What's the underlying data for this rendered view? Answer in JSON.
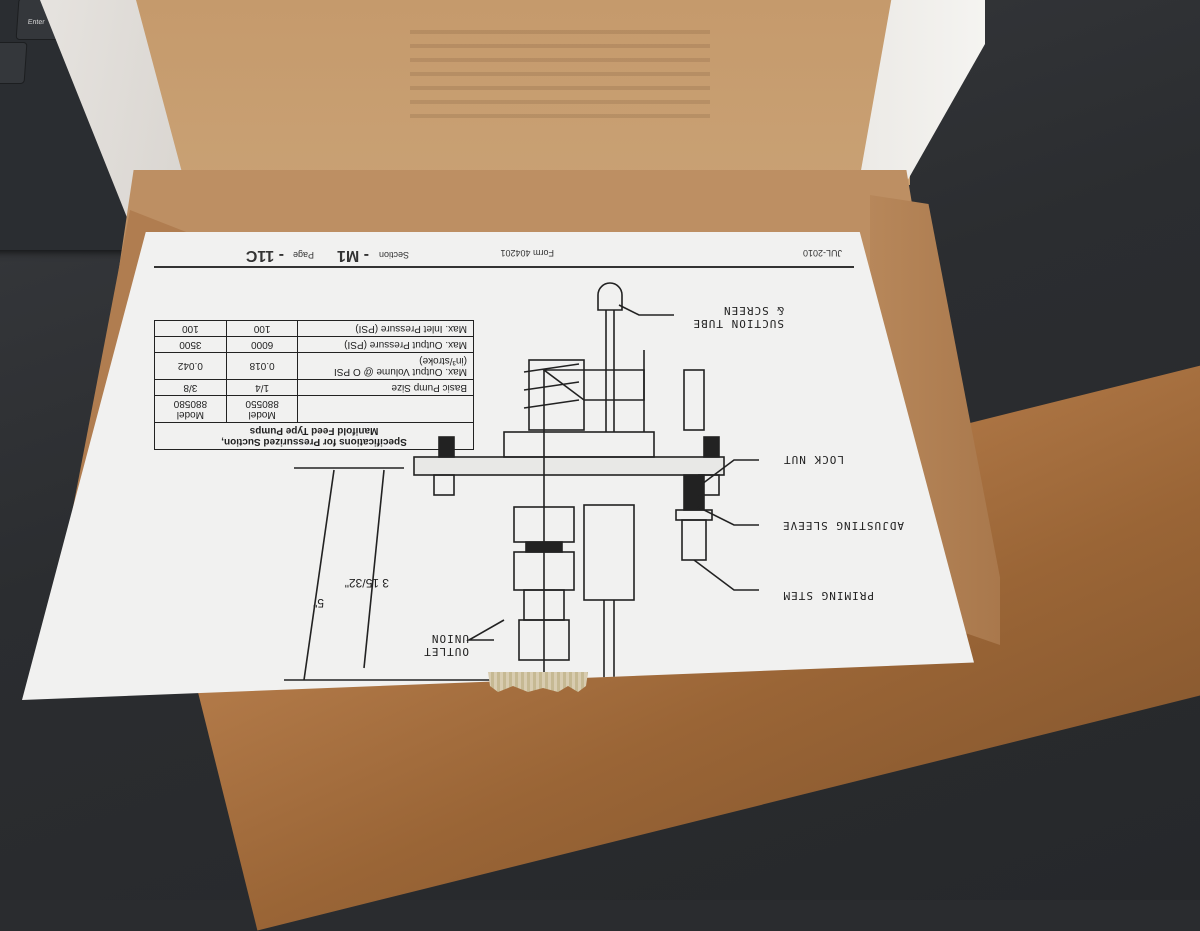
{
  "scene": {
    "description": "Photo of an open cardboard box on a desk containing a printed pump specification sheet, shown upside down",
    "colors": {
      "desk": "#2b2d30",
      "cardboard": "#c59a6c",
      "paper": "#f1f1f0",
      "table_wood": "#a26b3a",
      "ink": "#222222"
    }
  },
  "keyboard": {
    "visible_key": "Enter"
  },
  "sheet": {
    "header": {
      "date": "JUL-2010",
      "form": "Form 404201",
      "section_label": "Section",
      "section": "- M1",
      "page_label": "Page",
      "page": "- 11C"
    },
    "spec_table": {
      "title_line1": "Specifications for Pressurized Suction,",
      "title_line2": "Manifold Feed Type Pumps",
      "columns": [
        "",
        "Model 880550",
        "Model 880580"
      ],
      "rows": [
        {
          "label": "Basic Pump Size",
          "values": [
            "1/4",
            "3/8"
          ]
        },
        {
          "label": "Max. Output Volume @ O PSI (in³/stroke)",
          "values": [
            "0.018",
            "0.042"
          ]
        },
        {
          "label": "Max. Output Pressure (PSI)",
          "values": [
            "6000",
            "3500"
          ]
        },
        {
          "label": "Max. Inlet Pressure (PSI)",
          "values": [
            "100",
            "100"
          ]
        }
      ]
    },
    "callouts": {
      "suction_tube": [
        "SUCTION TUBE",
        "& SCREEN"
      ],
      "lock_nut": "LOCK NUT",
      "adjusting_sleeve": "ADJUSTING SLEEVE",
      "priming_stem": "PRIMING STEM",
      "outlet_union": [
        "OUTLET",
        "UNION"
      ]
    },
    "dimensions": {
      "overall_height": "5\"",
      "partial_height": "3 15/32\""
    }
  }
}
